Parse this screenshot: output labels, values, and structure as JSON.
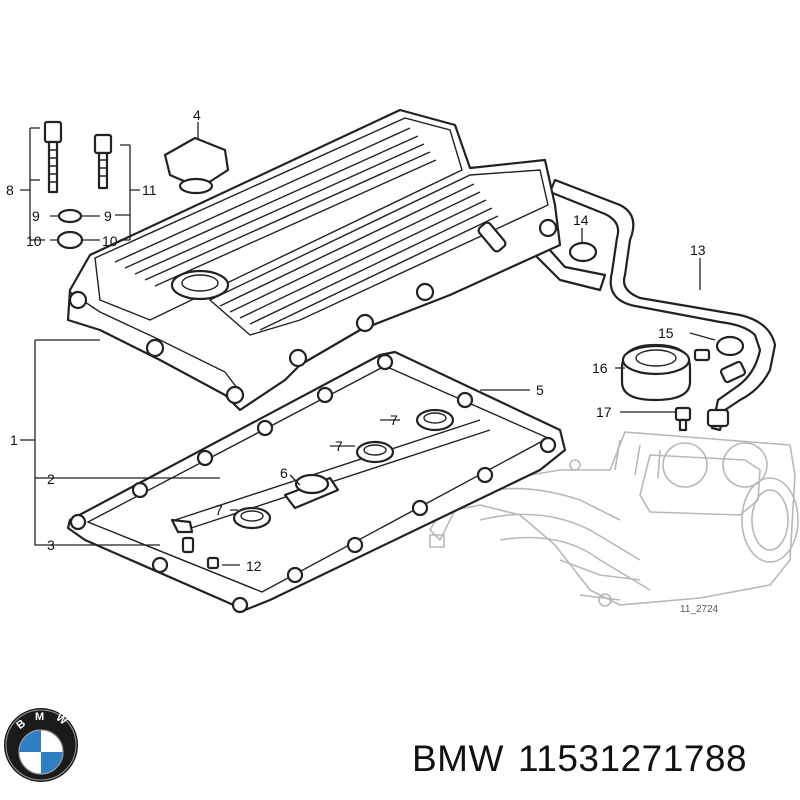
{
  "diagram": {
    "callouts": {
      "c1": "1",
      "c2": "2",
      "c3": "3",
      "c4": "4",
      "c5": "5",
      "c6": "6",
      "c7a": "7",
      "c7b": "7",
      "c7c": "7",
      "c8": "8",
      "c9l": "9",
      "c9r": "9",
      "c10l": "10",
      "c10r": "10",
      "c11": "11",
      "c12": "12",
      "c13": "13",
      "c14": "14",
      "c15": "15",
      "c16": "16",
      "c17": "17"
    },
    "reference_code": "11_2724"
  },
  "logo": {
    "letters": "BMW",
    "colors": {
      "ring": "#1a1a1a",
      "blue": "#2f7fc4",
      "white": "#ffffff"
    }
  },
  "caption": {
    "brand": "BMW",
    "part_number": "11531271788"
  }
}
